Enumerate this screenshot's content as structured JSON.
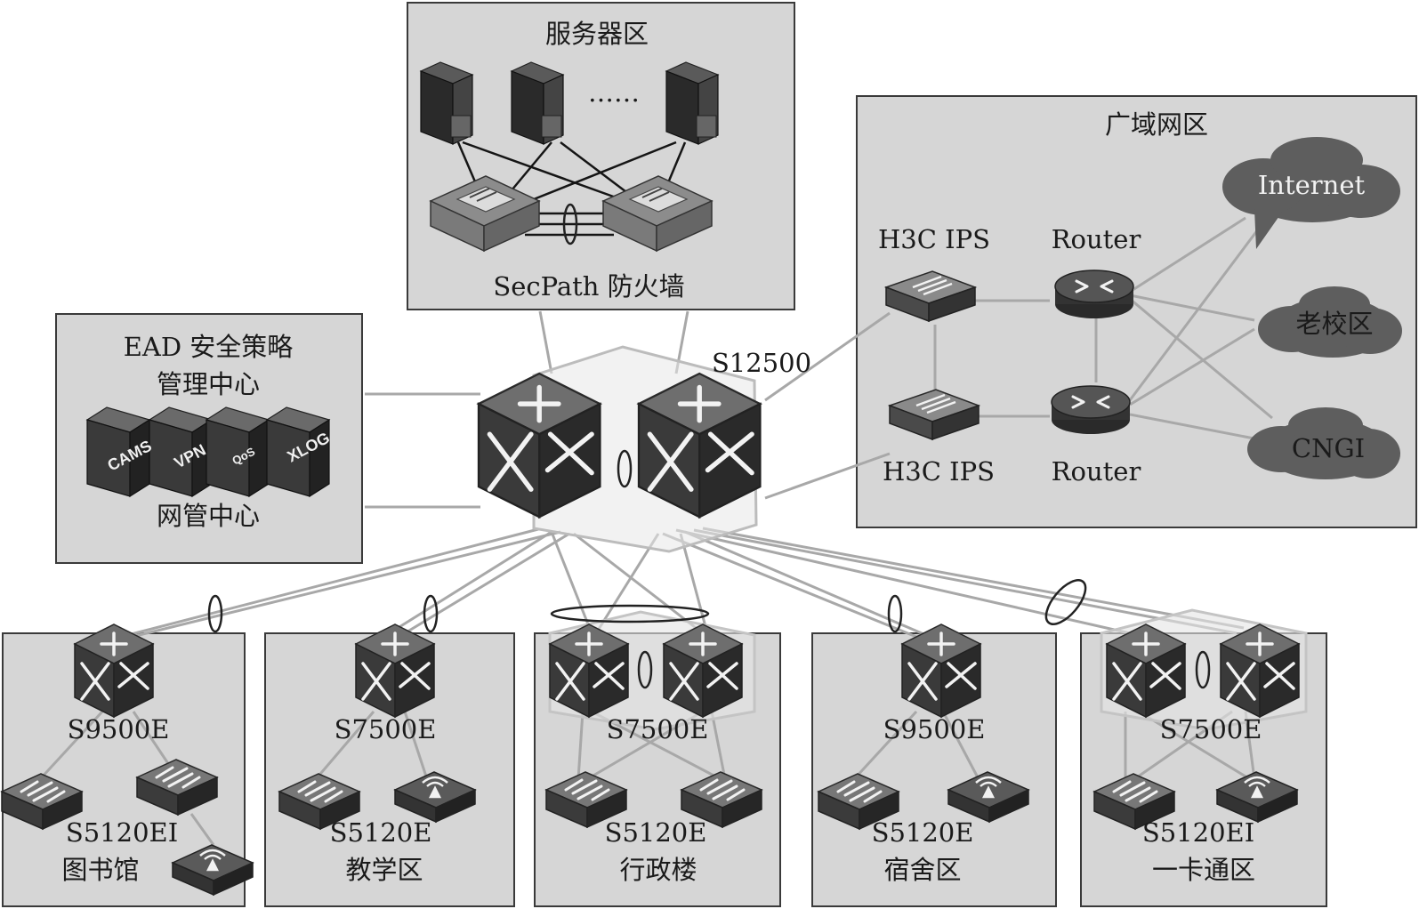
{
  "diagram": {
    "server_zone": {
      "title": "服务器区",
      "ellipsis": "……",
      "firewall_label": "SecPath 防火墙"
    },
    "mgmt_zone": {
      "title_line1": "EAD 安全策略",
      "title_line2": "管理中心",
      "footer": "网管中心",
      "servers": [
        "CAMS",
        "VPN",
        "QoS",
        "XLOG"
      ]
    },
    "core": {
      "label": "S12500"
    },
    "wan_zone": {
      "title": "广域网区",
      "ips_top": "H3C IPS",
      "router_top": "Router",
      "ips_bottom": "H3C IPS",
      "router_bottom": "Router",
      "clouds": [
        "Internet",
        "老校区",
        "CNGI"
      ]
    },
    "campus": [
      {
        "name": "图书馆",
        "core": "S9500E",
        "access": "S5120EI"
      },
      {
        "name": "教学区",
        "core": "S7500E",
        "access": "S5120E"
      },
      {
        "name": "行政楼",
        "core": "S7500E",
        "access": "S5120E"
      },
      {
        "name": "宿舍区",
        "core": "S9500E",
        "access": "S5120E"
      },
      {
        "name": "一卡通区",
        "core": "S7500E",
        "access": "S5120EI"
      }
    ]
  },
  "colors": {
    "zone_fill": "#d6d6d6",
    "border": "#3a3a3a",
    "device_dark": "#2d2d2d",
    "device_mid": "#5a5a5a",
    "cloud": "#5d5d5d",
    "link": "#9e9e9e"
  },
  "icons": [
    "server-icon",
    "firewall-icon",
    "core-switch-icon",
    "router-icon",
    "ips-icon",
    "access-switch-icon",
    "wireless-ap-icon",
    "cloud-icon",
    "link-aggregation-icon"
  ]
}
